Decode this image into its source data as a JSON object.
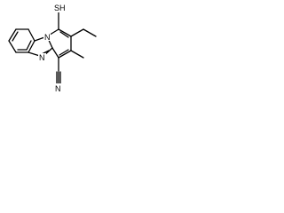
{
  "molecule": {
    "atoms": {
      "thiol": "SH",
      "ring_nitrogen_bridgehead": "N",
      "ring_nitrogen_imine": "N",
      "nitrile_nitrogen": "N"
    },
    "colors": {
      "bond": "#000000",
      "label": "#000000",
      "background": "#ffffff"
    }
  }
}
